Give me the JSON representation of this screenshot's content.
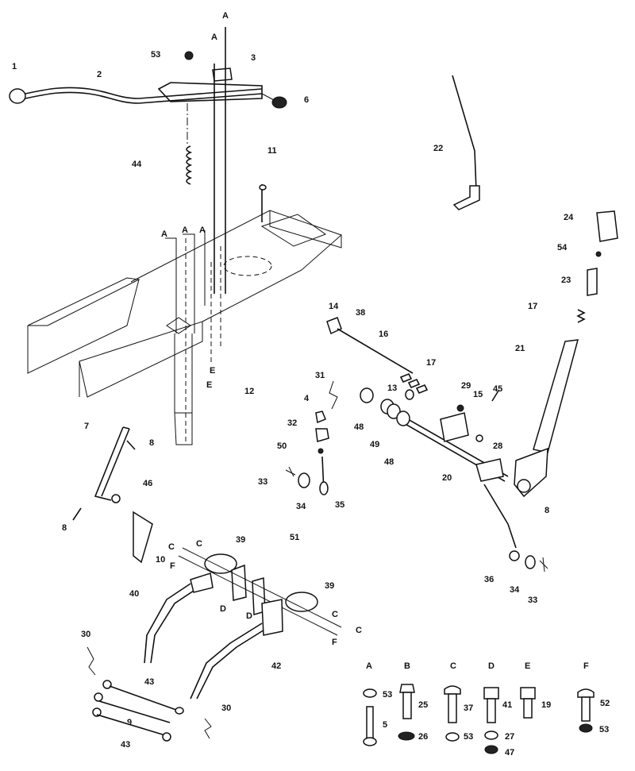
{
  "callouts": {
    "c1": "1",
    "c2": "2",
    "c3": "3",
    "c4": "4",
    "c5": "5",
    "c6": "6",
    "c7": "7",
    "c8a": "8",
    "c8b": "8",
    "c8c": "8",
    "c9": "9",
    "c10": "10",
    "c11": "11",
    "c12": "12",
    "c13": "13",
    "c14": "14",
    "c15": "15",
    "c16": "16",
    "c17a": "17",
    "c17b": "17",
    "c19": "19",
    "c20": "20",
    "c21": "21",
    "c22": "22",
    "c23": "23",
    "c24": "24",
    "c25": "25",
    "c26": "26",
    "c27": "27",
    "c28": "28",
    "c29": "29",
    "c30a": "30",
    "c30b": "30",
    "c31": "31",
    "c32": "32",
    "c33a": "33",
    "c33b": "33",
    "c34a": "34",
    "c34b": "34",
    "c35": "35",
    "c36": "36",
    "c37": "37",
    "c38": "38",
    "c39a": "39",
    "c39b": "39",
    "c40": "40",
    "c41": "41",
    "c42": "42",
    "c43a": "43",
    "c43b": "43",
    "c44": "44",
    "c45": "45",
    "c46": "46",
    "c47": "47",
    "c48a": "48",
    "c48b": "48",
    "c49": "49",
    "c50": "50",
    "c51": "51",
    "c52": "52",
    "c53a": "53",
    "c53b": "53",
    "c53c": "53",
    "c54": "54"
  },
  "ref_letters": {
    "a1": "A",
    "a2": "A",
    "a3": "A",
    "a4": "A",
    "a5": "A",
    "e1": "E",
    "e2": "E",
    "c1": "C",
    "c2": "C",
    "c3": "C",
    "c4": "C",
    "d1": "D",
    "d2": "D",
    "f1": "F",
    "f2": "F"
  },
  "legend_headers": [
    "A",
    "B",
    "C",
    "D",
    "E",
    "F"
  ]
}
